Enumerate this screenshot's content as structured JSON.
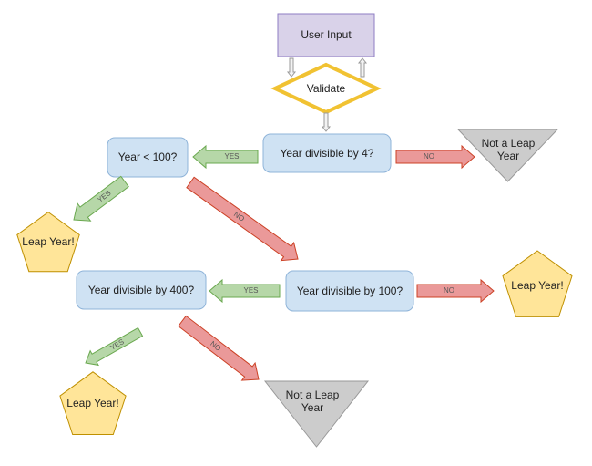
{
  "colors": {
    "box_fill": "#cfe2f3",
    "box_stroke": "#8fb4d9",
    "input_fill": "#d9d2e9",
    "input_stroke": "#8e7cc3",
    "validate_stroke": "#f1c232",
    "pentagon_fill": "#ffe599",
    "pentagon_stroke": "#bf9000",
    "triangle_fill": "#cccccc",
    "triangle_stroke": "#999999",
    "yes_fill": "#b6d7a8",
    "yes_stroke": "#6aa84f",
    "no_fill": "#ea9999",
    "no_stroke": "#cc4125",
    "flow_arrow_fill": "#f3f3f3",
    "flow_arrow_stroke": "#999999"
  },
  "nodes": {
    "user_input": "User Input",
    "validate": "Validate",
    "div4": "Year divisible by 4?",
    "not_leap_top": [
      "Not a Leap",
      "Year"
    ],
    "year_lt_100": "Year < 100?",
    "leap_left": "Leap Year!",
    "div100": "Year divisible by 100?",
    "leap_right": "Leap Year!",
    "div400": "Year divisible by 400?",
    "leap_bottom": "Leap Year!",
    "not_leap_bottom": [
      "Not a Leap",
      "Year"
    ]
  },
  "arrows": {
    "yes": "YES",
    "no": "NO"
  }
}
